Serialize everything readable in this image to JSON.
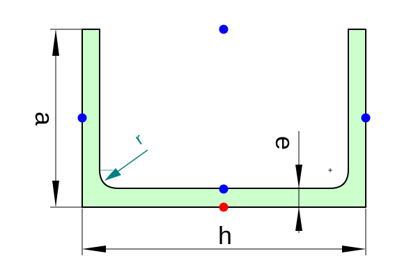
{
  "diagram": {
    "labels": {
      "height_dim": "a",
      "width_dim": "h",
      "thickness_dim": "e",
      "radius": "r",
      "centroid_mark": "+"
    },
    "colors": {
      "section_fill": "#ccffcc",
      "outline": "#000000",
      "radius_leader": "#008080",
      "point_marker": "#0000ff",
      "reference_point_marker": "#ff0000"
    }
  }
}
